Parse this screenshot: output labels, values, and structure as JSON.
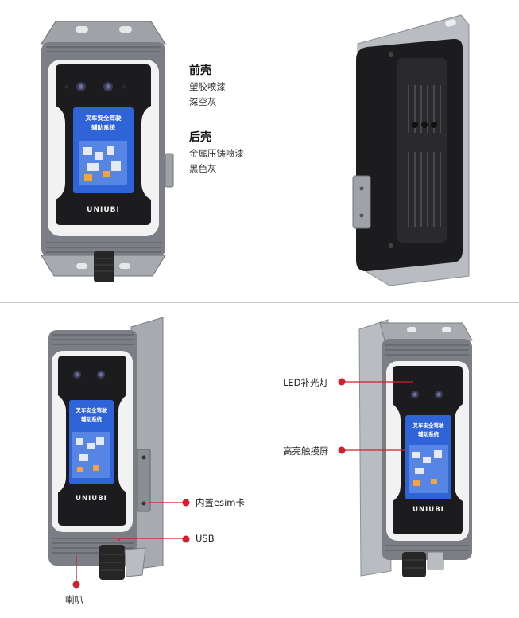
{
  "materials": {
    "front": {
      "title": "前壳",
      "lines": [
        "塑胶喷漆",
        "深空灰"
      ]
    },
    "back": {
      "title": "后壳",
      "lines": [
        "金属压铸喷漆",
        "黑色灰"
      ]
    }
  },
  "device": {
    "brand": "UNIUBI",
    "screen_line1": "叉车安全驾驶",
    "screen_line2": "辅助系统"
  },
  "callouts": {
    "esim": "内置esim卡",
    "usb": "USB",
    "speaker": "喇叭",
    "led": "LED补光灯",
    "touch": "高亮触摸屏"
  },
  "colors": {
    "accent": "#d0202b",
    "body_dark": "#1c1c1e",
    "metal": "#8a8d92",
    "screen_blue": "#2f63d8"
  }
}
